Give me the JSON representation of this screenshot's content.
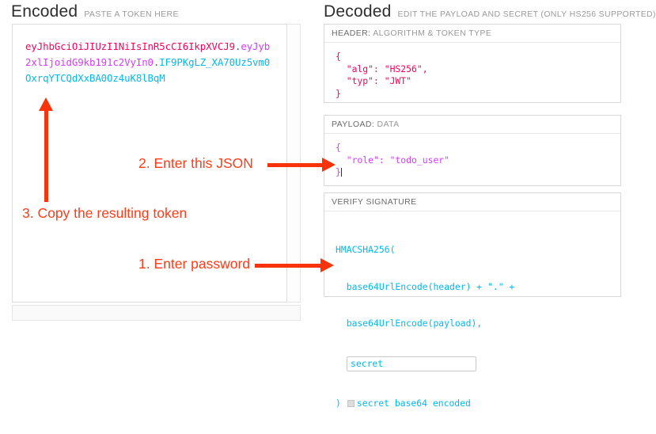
{
  "encoded": {
    "title": "Encoded",
    "subtitle": "PASTE A TOKEN HERE",
    "token": {
      "header": "eyJhbGciOiJIUzI1NiIsInR5cCI6IkpXVCJ9",
      "dot1": ".",
      "payload": "eyJyb2xlIjoidG9kb191c2VyIn0",
      "dot2": ".",
      "signature": "IF9PKgLZ_XA70Uz5vm0OxrqYTCQdXxBA0Oz4uK8lBqM"
    },
    "colors": {
      "header": "#fb015b",
      "payload": "#d63aff",
      "signature": "#00b9f1"
    }
  },
  "decoded": {
    "title": "Decoded",
    "subtitle": "EDIT THE PAYLOAD AND SECRET (ONLY HS256 SUPPORTED)",
    "sections": {
      "header": {
        "label_strong": "HEADER:",
        "label_rest": " ALGORITHM & TOKEN TYPE",
        "code": "{\n  \"alg\": \"HS256\",\n  \"typ\": \"JWT\"\n}"
      },
      "payload": {
        "label_strong": "PAYLOAD:",
        "label_rest": " DATA",
        "code": "{\n  \"role\": \"todo_user\"\n}"
      },
      "signature": {
        "label_strong": "VERIFY SIGNATURE",
        "label_rest": "",
        "line1": "HMACSHA256(",
        "line2": "  base64UrlEncode(header) + \".\" +",
        "line3": "  base64UrlEncode(payload),",
        "secret_value": "secret",
        "secret_placeholder": "secret",
        "close_paren": ")",
        "checkbox_label": "secret base64 encoded"
      }
    }
  },
  "annotations": {
    "step1": "1. Enter password",
    "step2": "2. Enter this JSON",
    "step3": "3. Copy the resulting token",
    "color": "#f9330a"
  }
}
